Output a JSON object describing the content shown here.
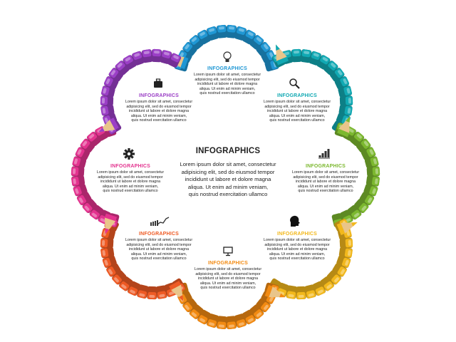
{
  "center": {
    "title": "INFOGRAPHICS",
    "body": [
      "Lorem ipsum dolor sit amet, consectetur",
      "adipisicing elit, sed do eiusmod tempor",
      "incididunt ut labore et dolore magna",
      "aliqua. Ut enim ad minim veniam,",
      "quis nostrud exercitation ullamco"
    ]
  },
  "segments": [
    {
      "id": "top",
      "icon": "lightbulb-icon",
      "color": "#1f97d4",
      "title": "INFOGRAPHICS",
      "body": [
        "Lorem ipsum dolor sit amet, consectetur",
        "adipisicing elit, sed do eiusmod tempor",
        "incididunt ut labore et dolore magna",
        "aliqua. Ut enim ad minim veniam,",
        "quis nostrud exercitation ullamco"
      ]
    },
    {
      "id": "top-right",
      "icon": "magnifier-icon",
      "color": "#11a9b3",
      "title": "INFOGRAPHICS",
      "body": [
        "Lorem ipsum dolor sit amet, consectetur",
        "adipisicing elit, sed do eiusmod tempor",
        "incididunt ut labore et dolore magna",
        "aliqua. Ut enim ad minim veniam,",
        "quis nostrud exercitation ullamco"
      ]
    },
    {
      "id": "right",
      "icon": "bar-chart-icon",
      "color": "#7cb82f",
      "title": "INFOGRAPHICS",
      "body": [
        "Lorem ipsum dolor sit amet, consectetur",
        "adipisicing elit, sed do eiusmod tempor",
        "incididunt ut labore et dolore magna",
        "aliqua. Ut enim ad minim veniam,",
        "quis nostrud exercitation ullamco"
      ]
    },
    {
      "id": "bottom-right",
      "icon": "head-profile-icon",
      "color": "#f2b81c",
      "title": "INFOGRAPHICS",
      "body": [
        "Lorem ipsum dolor sit amet, consectetur",
        "adipisicing elit, sed do eiusmod tempor",
        "incididunt ut labore et dolore magna",
        "aliqua. Ut enim ad minim veniam,",
        "quis nostrud exercitation ullamco"
      ]
    },
    {
      "id": "bottom",
      "icon": "monitor-icon",
      "color": "#f28a12",
      "title": "INFOGRAPHICS",
      "body": [
        "Lorem ipsum dolor sit amet, consectetur",
        "adipisicing elit, sed do eiusmod tempor",
        "incididunt ut labore et dolore magna",
        "aliqua. Ut enim ad minim veniam,",
        "quis nostrud exercitation ullamco"
      ]
    },
    {
      "id": "bottom-left",
      "icon": "line-graph-icon",
      "color": "#ee5a24",
      "title": "INFOGRAPHICS",
      "body": [
        "Lorem ipsum dolor sit amet, consectetur",
        "adipisicing elit, sed do eiusmod tempor",
        "incididunt ut labore et dolore magna",
        "aliqua. Ut enim ad minim veniam,",
        "quis nostrud exercitation ullamco"
      ]
    },
    {
      "id": "left",
      "icon": "gear-icon",
      "color": "#e3338f",
      "title": "INFOGRAPHICS",
      "body": [
        "Lorem ipsum dolor sit amet, consectetur",
        "adipisicing elit, sed do eiusmod tempor",
        "incididunt ut labore et dolore magna",
        "aliqua. Ut enim ad minim veniam,",
        "quis nostrud exercitation ullamco"
      ]
    },
    {
      "id": "top-left",
      "icon": "briefcase-icon",
      "color": "#9b3fc6",
      "title": "INFOGRAPHICS",
      "body": [
        "Lorem ipsum dolor sit amet, consectetur",
        "adipisicing elit, sed do eiusmod tempor",
        "incididunt ut labore et dolore magna",
        "aliqua. Ut enim ad minim veniam,",
        "quis nostrud exercitation ullamco"
      ]
    }
  ]
}
